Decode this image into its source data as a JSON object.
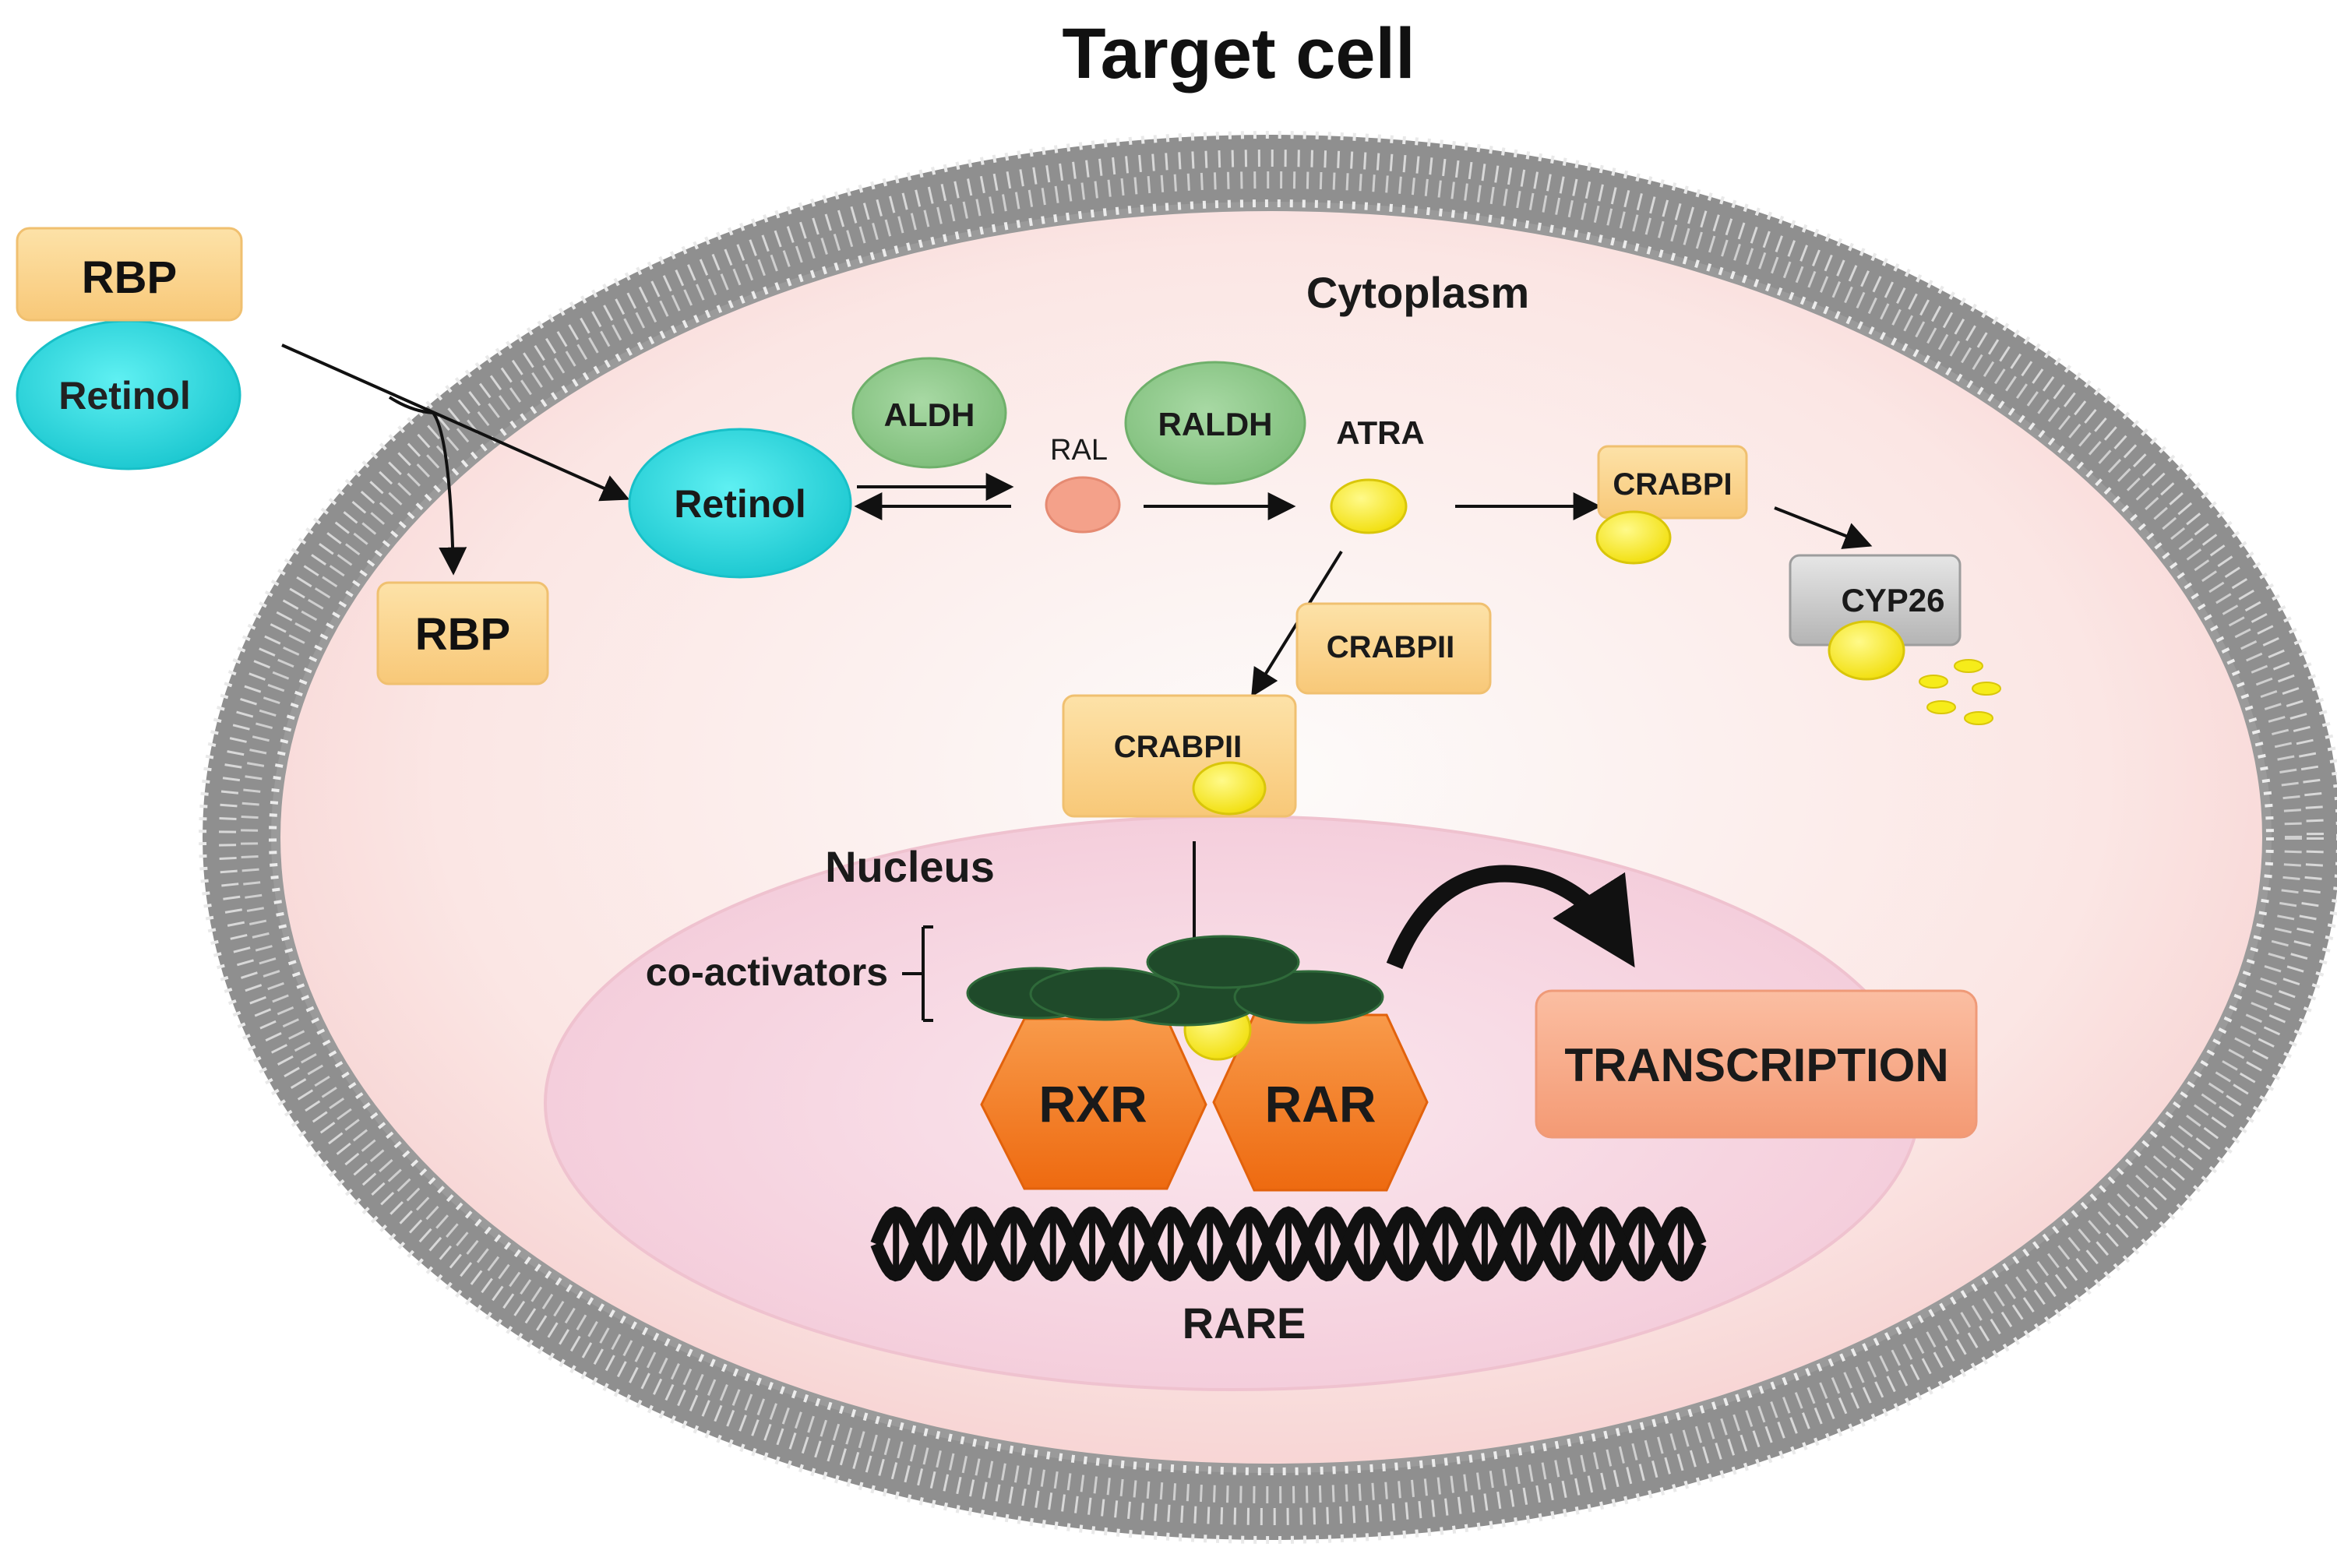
{
  "title": "Target cell",
  "compartments": {
    "cytoplasm": "Cytoplasm",
    "nucleus": "Nucleus"
  },
  "extracellular": {
    "rbp": "RBP",
    "retinol": "Retinol"
  },
  "released_rbp": "RBP",
  "pathway": {
    "retinol": "Retinol",
    "aldh": "ALDH",
    "ral": "RAL",
    "raldh": "RALDH",
    "atra": "ATRA",
    "crabp1": "CRABPI",
    "cyp26": "CYP26",
    "crabp2_free": "CRABPII",
    "crabp2_bound": "CRABPII"
  },
  "nuclear": {
    "coactivators": "co-activators",
    "rxr": "RXR",
    "rar": "RAR",
    "transcription": "TRANSCRIPTION",
    "rare": "RARE"
  },
  "colors": {
    "membrane": "#a8a8a8",
    "cytoplasm": "#fbe3e2",
    "nucleus": "#f6d3e0",
    "rbp_box": "#fbd388",
    "retinol": "#2fd6de",
    "enzyme_green": "#8fca8c",
    "ral": "#f4a18a",
    "atra": "#f6ec1a",
    "crabp_box": "#fbd992",
    "cyp26": "#c5c5c5",
    "receptor": "#f47a24",
    "coactivator": "#1f4a2a",
    "transcription_box": "#f8ab8a"
  }
}
